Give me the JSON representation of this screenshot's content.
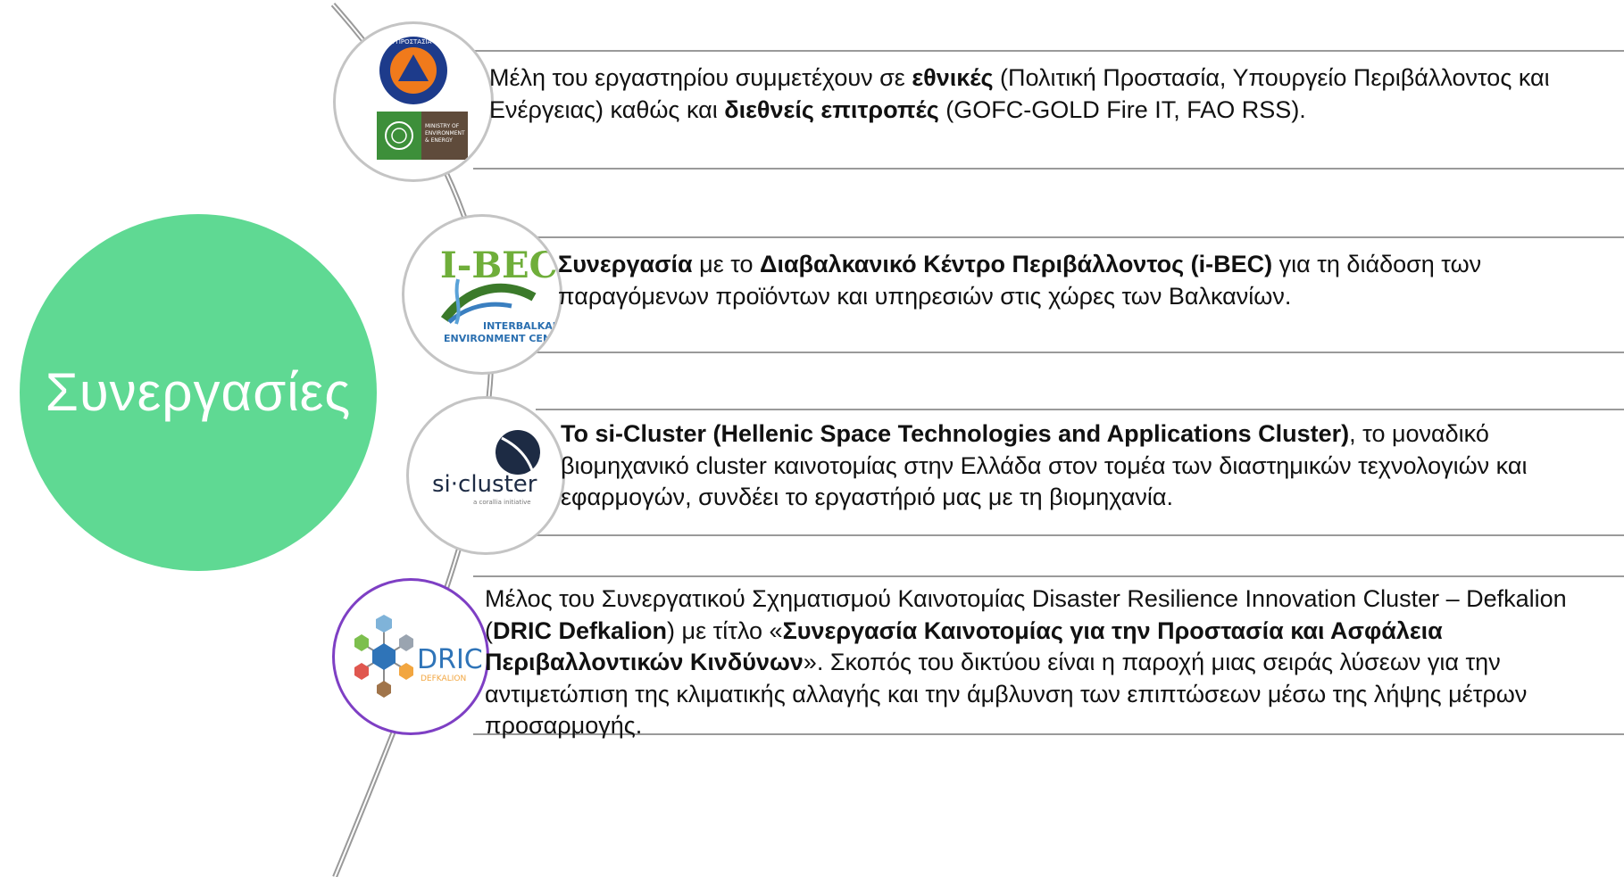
{
  "title": "Συνεργασίες",
  "colors": {
    "main_circle": "#5fd993",
    "divider": "#9a9a9a",
    "dric_border": "#7e3fc4"
  },
  "items": [
    {
      "logo": {
        "name": "civil-protection-and-ministry-logo",
        "seal_text": "ΠΟΛΙΤΙΚΗ ΠΡΟΣΤΑΣΙΑ · ΕΛΛΑΔΑ",
        "ministry_text": [
          "MINISTRY OF",
          "ENVIRONMENT",
          "& ENERGY"
        ]
      },
      "segments": [
        {
          "text": "Μέλη του εργαστηρίου συμμετέχουν σε ",
          "bold": false
        },
        {
          "text": "εθνικές",
          "bold": true
        },
        {
          "text": " (Πολιτική Προστασία, Υπουργείο Περιβάλλοντος και Ενέργειας) καθώς και ",
          "bold": false
        },
        {
          "text": "διεθνείς επιτροπές",
          "bold": true
        },
        {
          "text": " (GOFC-GOLD Fire IT, FAO RSS).",
          "bold": false
        }
      ]
    },
    {
      "logo": {
        "name": "ibec-logo",
        "word": "I-BEC",
        "line1": "INTERBALKAN",
        "line2": "ENVIRONMENT CENTER"
      },
      "segments": [
        {
          "text": "Συνεργασία",
          "bold": true
        },
        {
          "text": " με το ",
          "bold": false
        },
        {
          "text": "Διαβαλκανικό Κέντρο Περιβάλλοντος (i-BEC)",
          "bold": true
        },
        {
          "text": " για τη διάδοση των παραγόμενων προϊόντων και υπηρεσιών στις χώρες των Βαλκανίων.",
          "bold": false
        }
      ]
    },
    {
      "logo": {
        "name": "si-cluster-logo",
        "word": "si·cluster",
        "tagline": "a corallia initiative"
      },
      "segments": [
        {
          "text": "Το si-Cluster (Hellenic Space Technologies and Applications Cluster)",
          "bold": true
        },
        {
          "text": ",  το μοναδικό βιομηχανικό cluster καινοτομίας στην Ελλάδα στον τομέα των διαστημικών τεχνολογιών και εφαρμογών, συνδέει το εργαστήριό μας με τη βιομηχανία.",
          "bold": false
        }
      ]
    },
    {
      "logo": {
        "name": "dric-defkalion-logo",
        "word": "DRIC",
        "sub": "DEFKALION"
      },
      "segments": [
        {
          "text": "Μέλος του Συνεργατικού Σχηματισμού Καινοτομίας Disaster Resilience Innovation Cluster – Defkalion (",
          "bold": false
        },
        {
          "text": "DRIC Defkalion",
          "bold": true
        },
        {
          "text": ") με τίτλο «",
          "bold": false
        },
        {
          "text": "Συνεργασία Καινοτομίας για την Προστασία και Ασφάλεια Περιβαλλοντικών Κινδύνων",
          "bold": true
        },
        {
          "text": "». Σκοπός του δικτύου είναι η παροχή μιας σειράς λύσεων για την αντιμετώπιση της κλιματικής αλλαγής και την άμβλυνση των  επιπτώσεων μέσω της λήψης μέτρων προσαρμογής.",
          "bold": false
        }
      ]
    }
  ]
}
